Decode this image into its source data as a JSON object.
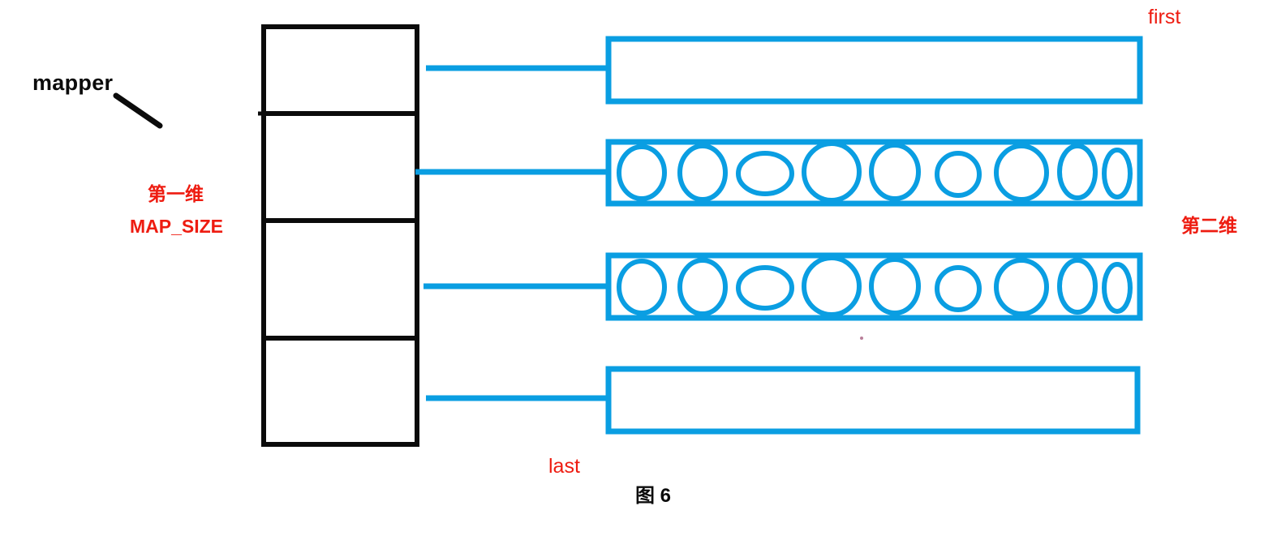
{
  "figure": {
    "caption": "图 6",
    "colors": {
      "blue": "#0a9ee2",
      "black": "#0b0b0b",
      "red": "#ee1c11",
      "background": "#ffffff"
    }
  },
  "annotations": {
    "mapper_label": "mapper",
    "first_label": "first",
    "last_label": "last",
    "dimension1_line1": "第一维",
    "dimension1_line2": "MAP_SIZE",
    "dimension2": "第二维"
  },
  "mapper_array": {
    "name": "mapper",
    "cell_count": 4,
    "cells": [
      {
        "index": 0,
        "label": "",
        "points_to": "buffer-0"
      },
      {
        "index": 1,
        "label": "",
        "points_to": "buffer-1"
      },
      {
        "index": 2,
        "label": "",
        "points_to": "buffer-2"
      },
      {
        "index": 3,
        "label": "",
        "points_to": "buffer-3"
      }
    ]
  },
  "buffers": [
    {
      "id": "buffer-0",
      "label": "",
      "element_count": 0,
      "marker": "first"
    },
    {
      "id": "buffer-1",
      "label": "",
      "element_count": 9,
      "marker": ""
    },
    {
      "id": "buffer-2",
      "label": "",
      "element_count": 9,
      "marker": ""
    },
    {
      "id": "buffer-3",
      "label": "",
      "element_count": 0,
      "marker": "last"
    }
  ],
  "chart_data": {
    "type": "diagram",
    "title": "图 6",
    "description": "Two-dimensional deque map structure: a vertical mapper array of MAP_SIZE pointers, each linked to a horizontal second-dimension buffer; middle two buffers hold nine elements each.",
    "series": [
      {
        "name": "buffer-0",
        "elements": 0
      },
      {
        "name": "buffer-1",
        "elements": 9
      },
      {
        "name": "buffer-2",
        "elements": 9
      },
      {
        "name": "buffer-3",
        "elements": 0
      }
    ]
  }
}
